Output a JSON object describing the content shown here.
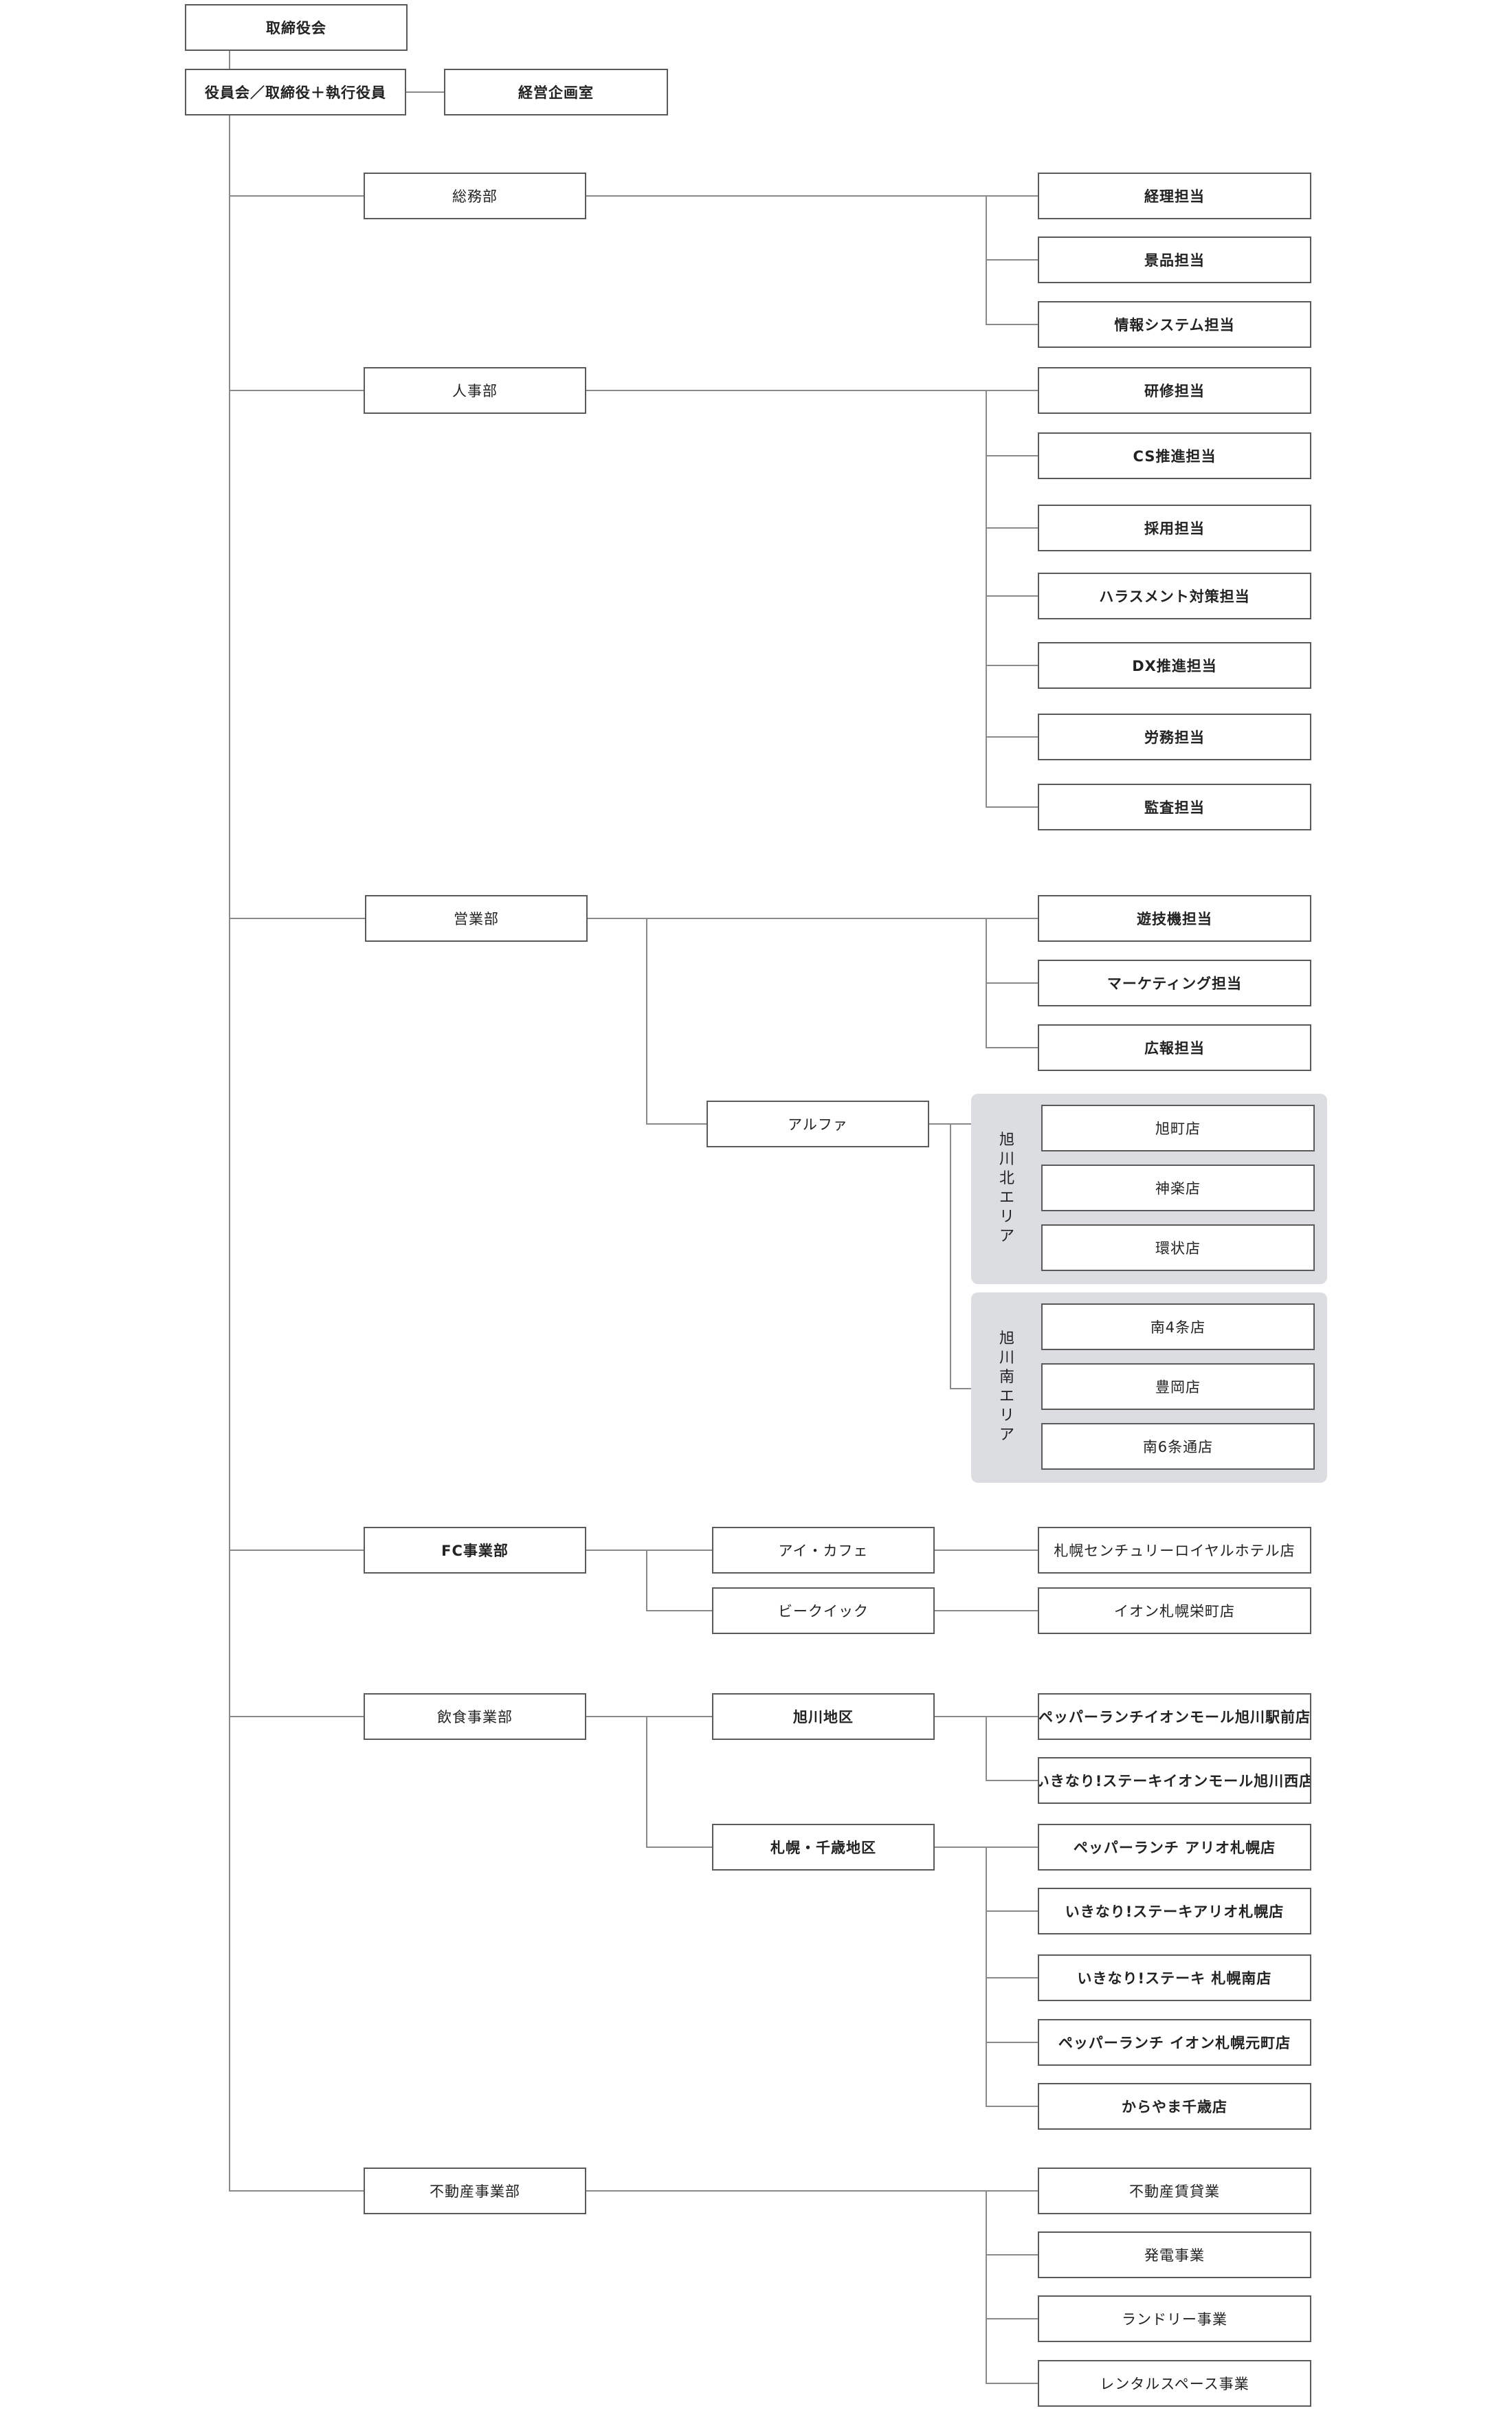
{
  "chart": {
    "board": "取締役会",
    "executive": "役員会／取締役＋執行役員",
    "planning": "経営企画室",
    "departments": {
      "general": {
        "name": "総務部",
        "items": [
          "経理担当",
          "景品担当",
          "情報システム担当"
        ]
      },
      "hr": {
        "name": "人事部",
        "items": [
          "研修担当",
          "CS推進担当",
          "採用担当",
          "ハラスメント対策担当",
          "DX推進担当",
          "労務担当",
          "監査担当"
        ]
      },
      "sales": {
        "name": "営業部",
        "items": [
          "遊技機担当",
          "マーケティング担当",
          "広報担当"
        ],
        "alpha": "アルファ",
        "areas": [
          {
            "name": "旭川北エリア",
            "stores": [
              "旭町店",
              "神楽店",
              "環状店"
            ]
          },
          {
            "name": "旭川南エリア",
            "stores": [
              "南4条店",
              "豊岡店",
              "南6条通店"
            ]
          }
        ]
      },
      "fc": {
        "name": "FC事業部",
        "brands": [
          {
            "name": "アイ・カフェ",
            "store": "札幌センチュリーロイヤルホテル店"
          },
          {
            "name": "ビークイック",
            "store": "イオン札幌栄町店"
          }
        ]
      },
      "food": {
        "name": "飲食事業部",
        "districts": [
          {
            "name": "旭川地区",
            "stores": [
              "ペッパーランチイオンモール旭川駅前店",
              "いきなり!ステーキイオンモール旭川西店"
            ]
          },
          {
            "name": "札幌・千歳地区",
            "stores": [
              "ペッパーランチ アリオ札幌店",
              "いきなり!ステーキアリオ札幌店",
              "いきなり!ステーキ 札幌南店",
              "ペッパーランチ イオン札幌元町店",
              "からやま千歳店"
            ]
          }
        ]
      },
      "realestate": {
        "name": "不動産事業部",
        "items": [
          "不動産賃貸業",
          "発電事業",
          "ランドリー事業",
          "レンタルスペース事業"
        ]
      }
    }
  }
}
